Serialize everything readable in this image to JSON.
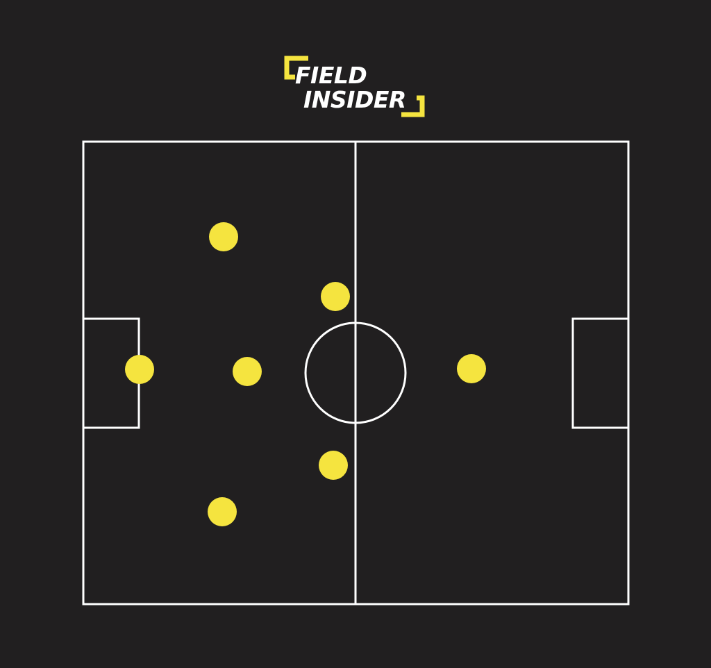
{
  "logo": {
    "line1": "FIELD",
    "line2": "INSIDER",
    "text_color": "#ffffff",
    "accent_color": "#f5e43f"
  },
  "colors": {
    "background": "#211f20",
    "pitch_lines": "#ffffff",
    "player_marker": "#f5e43f"
  },
  "players": [
    {
      "role": "goalkeeper"
    },
    {
      "role": "left-defender"
    },
    {
      "role": "center-defender"
    },
    {
      "role": "right-defender"
    },
    {
      "role": "left-midfielder"
    },
    {
      "role": "right-midfielder"
    },
    {
      "role": "forward"
    }
  ]
}
